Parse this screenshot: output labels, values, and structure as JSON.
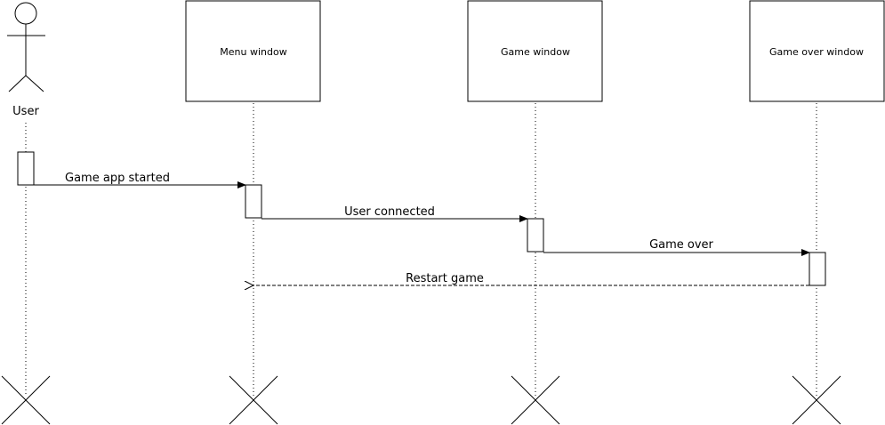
{
  "diagram": {
    "type": "sequence",
    "actor": {
      "label": "User"
    },
    "lifelines": [
      {
        "id": "menu",
        "label": "Menu window"
      },
      {
        "id": "game",
        "label": "Game window"
      },
      {
        "id": "gameover",
        "label": "Game over window"
      }
    ],
    "messages": [
      {
        "label": "Game app started",
        "from": "User",
        "to": "Menu window",
        "style": "solid"
      },
      {
        "label": "User connected",
        "from": "Menu window",
        "to": "Game window",
        "style": "solid"
      },
      {
        "label": "Game over",
        "from": "Game window",
        "to": "Game over window",
        "style": "solid"
      },
      {
        "label": "Restart game",
        "from": "Game over window",
        "to": "Menu window",
        "style": "dashed-return"
      }
    ]
  }
}
